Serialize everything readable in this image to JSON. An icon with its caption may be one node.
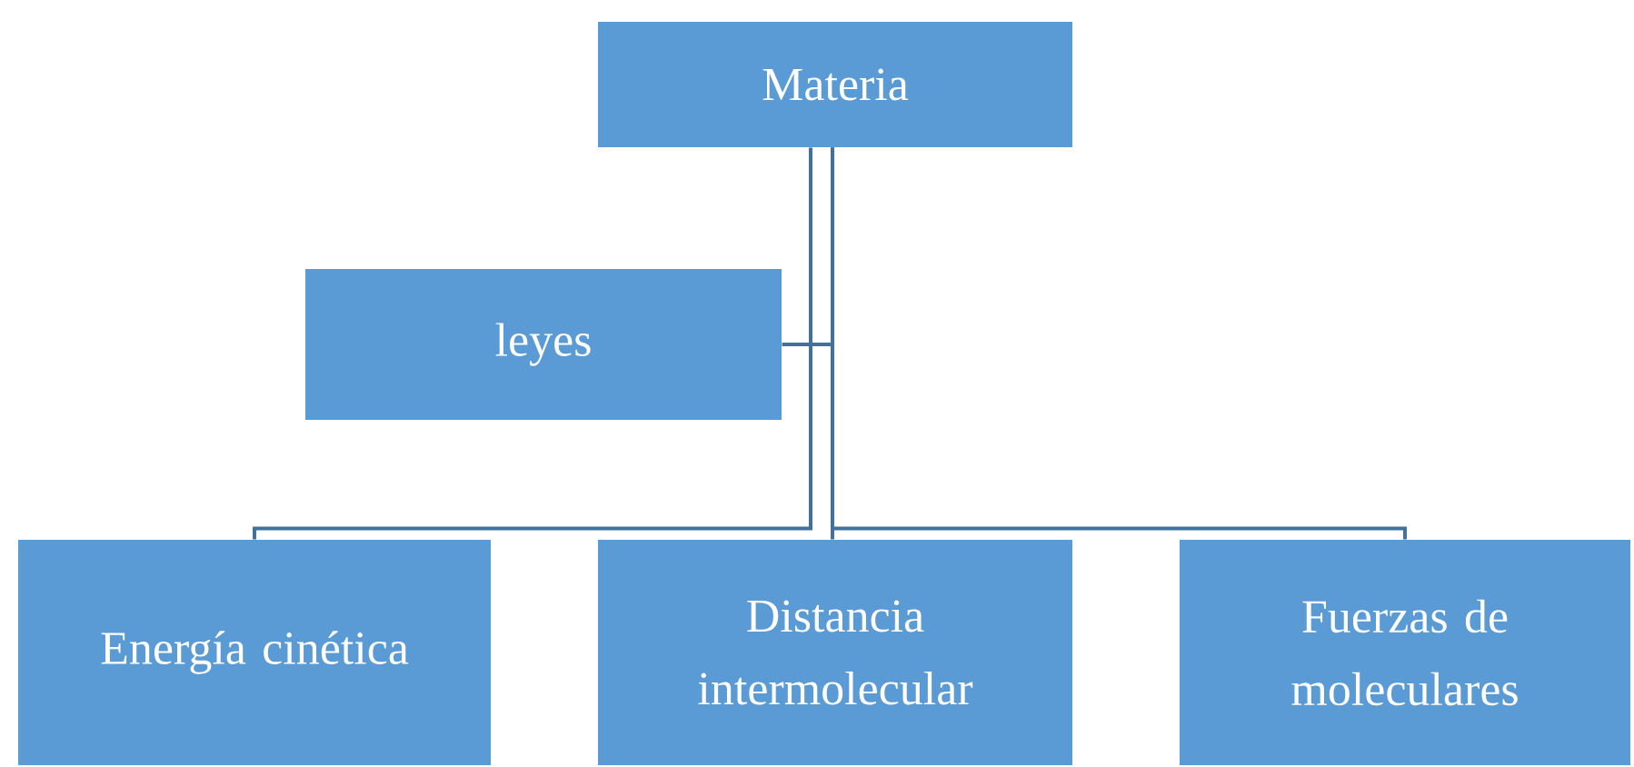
{
  "diagram": {
    "nodes": [
      {
        "text": [
          "Materia"
        ]
      },
      {
        "text": [
          "leyes"
        ]
      },
      {
        "text": [
          "Energía cinética"
        ]
      },
      {
        "text": [
          "Distancia intermolecular"
        ]
      },
      {
        "text": [
          "Fuerzas de moleculares"
        ]
      }
    ],
    "edges": [
      {
        "from": 0,
        "to": 1,
        "arrow": "none"
      },
      {
        "from": 0,
        "to": 2,
        "arrow": "none"
      },
      {
        "from": 0,
        "to": 3,
        "arrow": "none"
      },
      {
        "from": 0,
        "to": 4,
        "arrow": "none"
      }
    ]
  }
}
